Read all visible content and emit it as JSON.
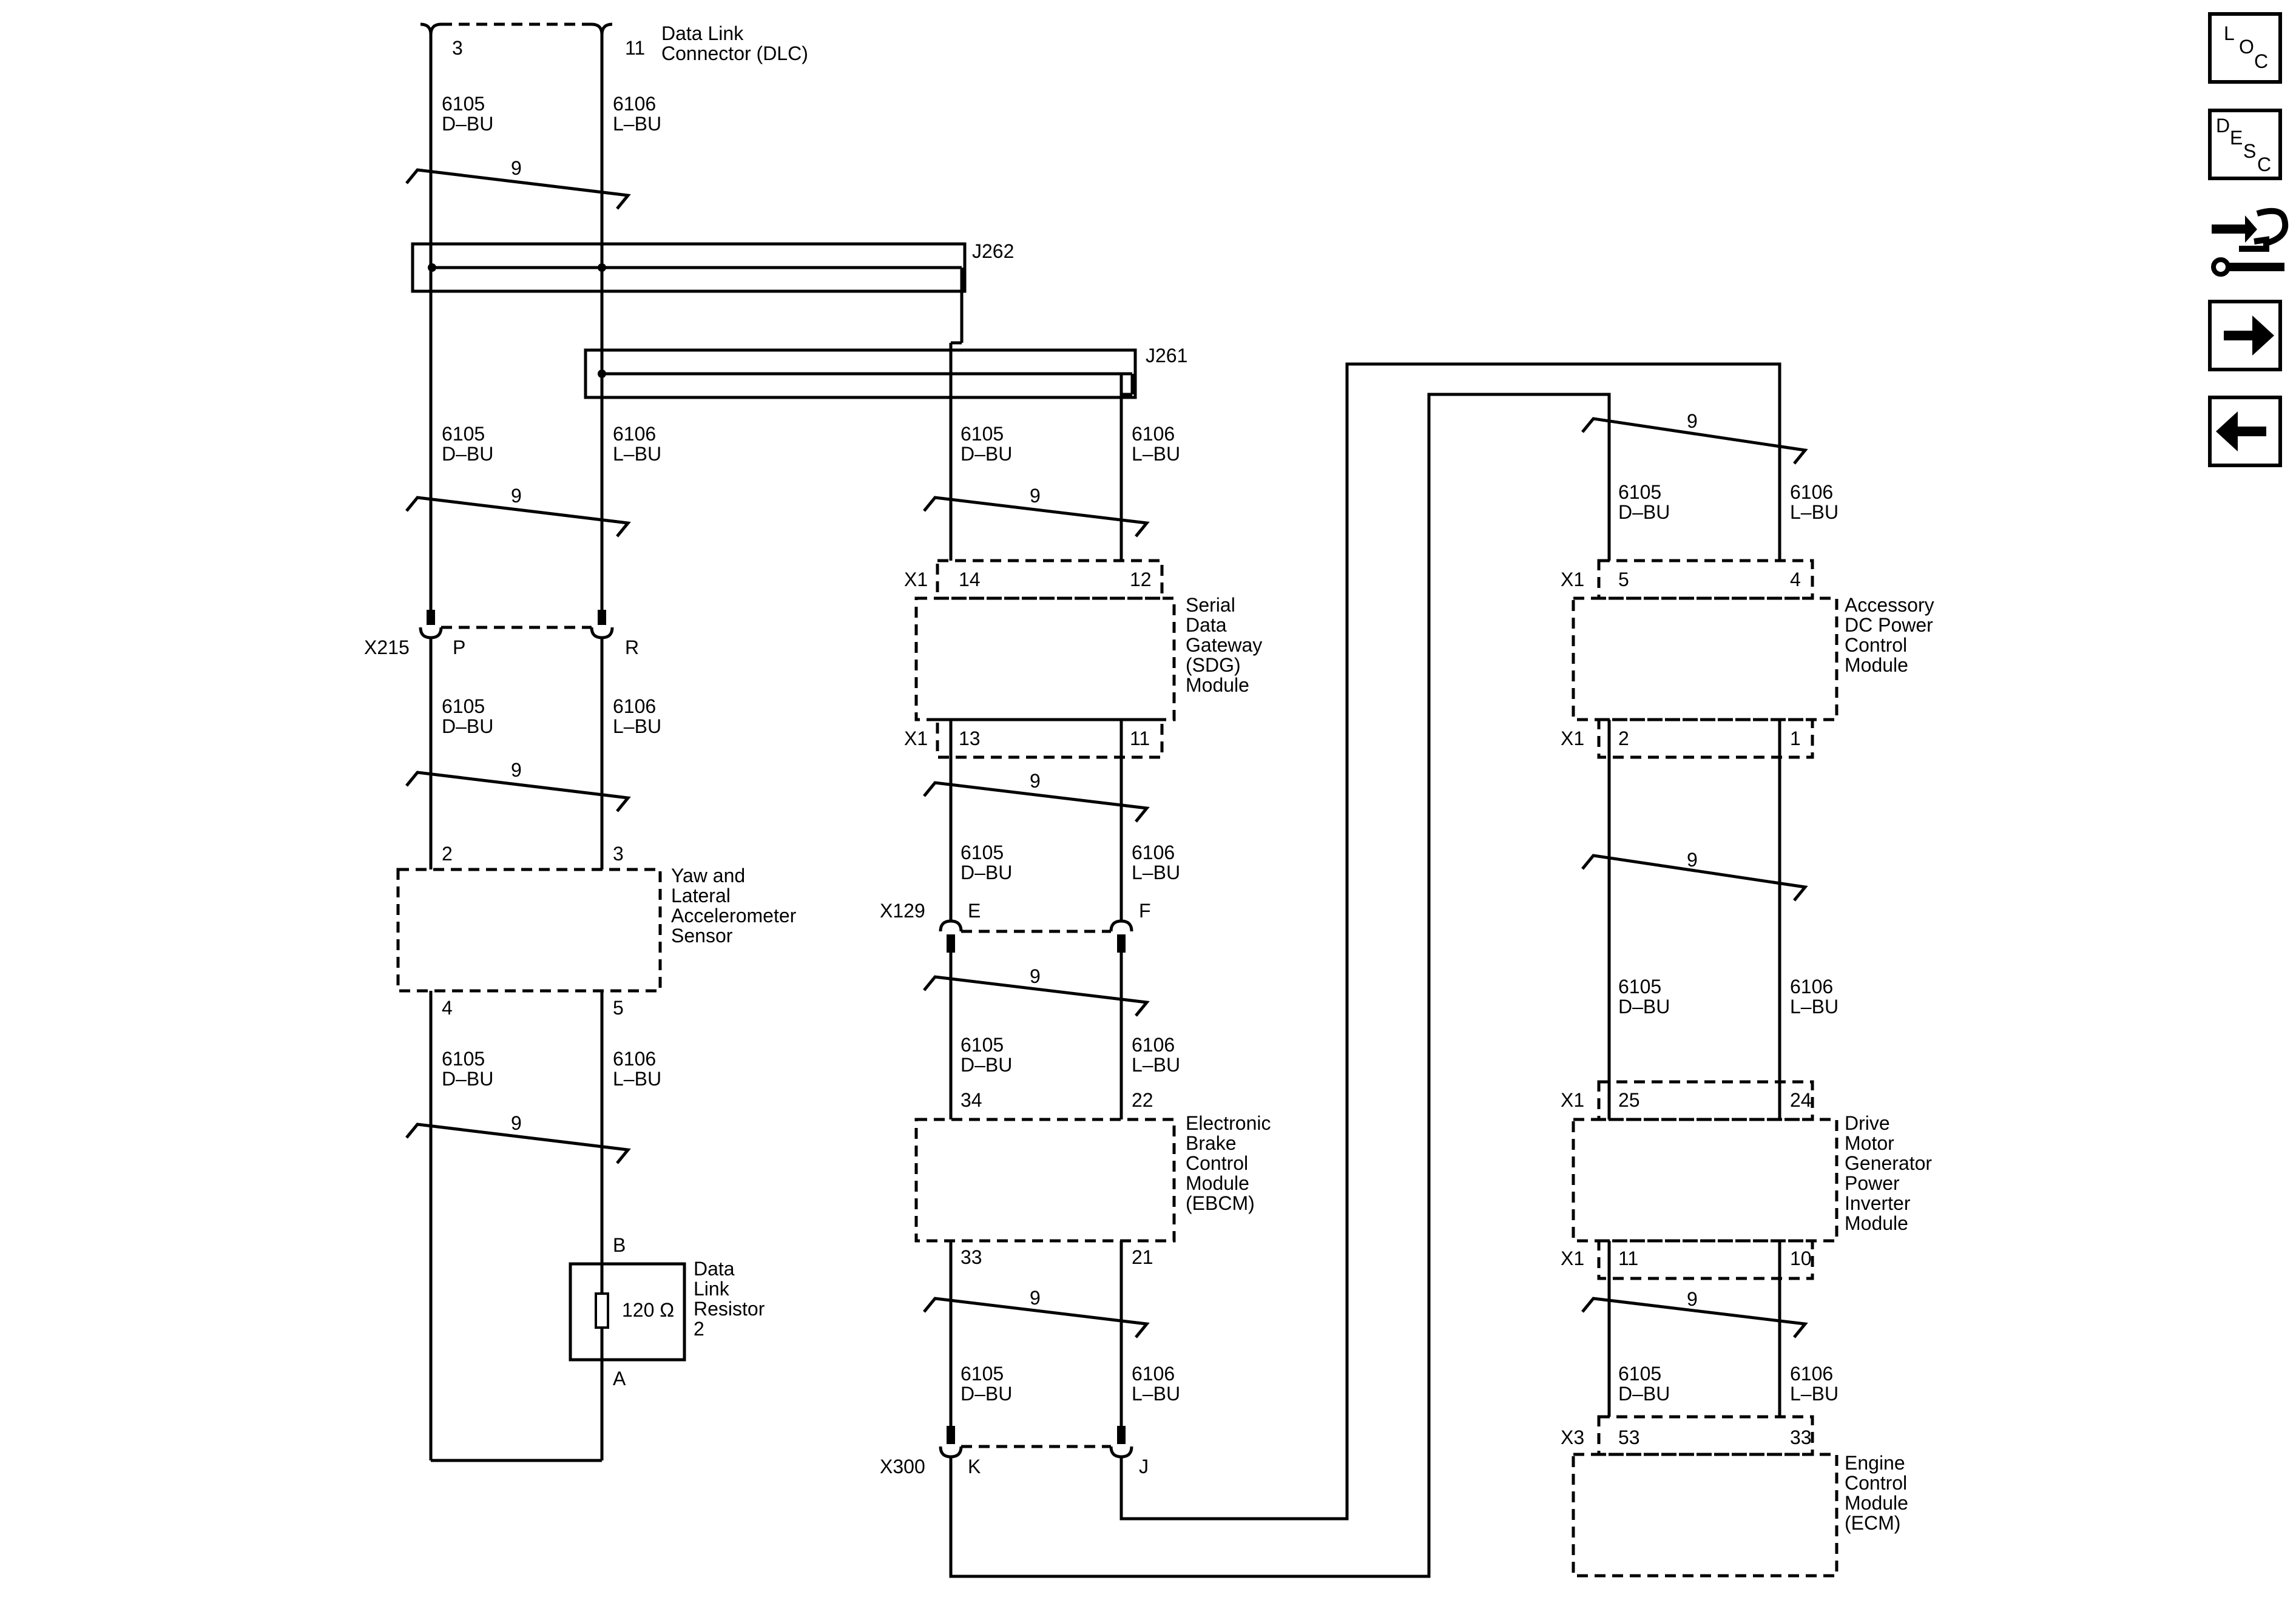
{
  "dlc": {
    "pin_a": "3",
    "pin_b": "11",
    "name_1": "Data Link",
    "name_2": "Connector (DLC)"
  },
  "splices": {
    "j262": "J262",
    "j261": "J261"
  },
  "wire": {
    "c1": "6105",
    "col1": "D–BU",
    "c2": "6106",
    "col2": "L–BU",
    "twist": "9"
  },
  "x215": {
    "name": "X215",
    "p": "P",
    "r": "R"
  },
  "yaw": {
    "pin_a": "2",
    "pin_b": "3",
    "pin_c": "4",
    "pin_d": "5",
    "l1": "Yaw and",
    "l2": "Lateral",
    "l3": "Accelerometer",
    "l4": "Sensor"
  },
  "resistor": {
    "b": "B",
    "a": "A",
    "value": "120 Ω",
    "l1": "Data",
    "l2": "Link",
    "l3": "Resistor",
    "l4": "2"
  },
  "sdg": {
    "conn": "X1",
    "p14": "14",
    "p12": "12",
    "p13": "13",
    "p11": "11",
    "l1": "Serial",
    "l2": "Data",
    "l3": "Gateway",
    "l4": "(SDG)",
    "l5": "Module"
  },
  "x129": {
    "name": "X129",
    "e": "E",
    "f": "F"
  },
  "ebcm": {
    "p34": "34",
    "p22": "22",
    "p33": "33",
    "p21": "21",
    "l1": "Electronic",
    "l2": "Brake",
    "l3": "Control",
    "l4": "Module",
    "l5": "(EBCM)"
  },
  "x300": {
    "name": "X300",
    "k": "K",
    "j": "J"
  },
  "apm": {
    "conn": "X1",
    "p5": "5",
    "p4": "4",
    "p2": "2",
    "p1": "1",
    "l1": "Accessory",
    "l2": "DC Power",
    "l3": "Control",
    "l4": "Module"
  },
  "dmg": {
    "conn": "X1",
    "p25": "25",
    "p24": "24",
    "p11": "11",
    "p10": "10",
    "l1": "Drive",
    "l2": "Motor",
    "l3": "Generator",
    "l4": "Power",
    "l5": "Inverter",
    "l6": "Module"
  },
  "ecm": {
    "conn": "X3",
    "p53": "53",
    "p33": "33",
    "l1": "Engine",
    "l2": "Control",
    "l3": "Module",
    "l4": "(ECM)"
  },
  "nav": {
    "loc": [
      "L",
      "O",
      "C"
    ],
    "desc": [
      "D",
      "E",
      "S",
      "C"
    ],
    "icons": [
      "loc-icon",
      "desc-icon",
      "harness-connector-icon",
      "next-arrow-icon",
      "previous-arrow-icon"
    ]
  }
}
